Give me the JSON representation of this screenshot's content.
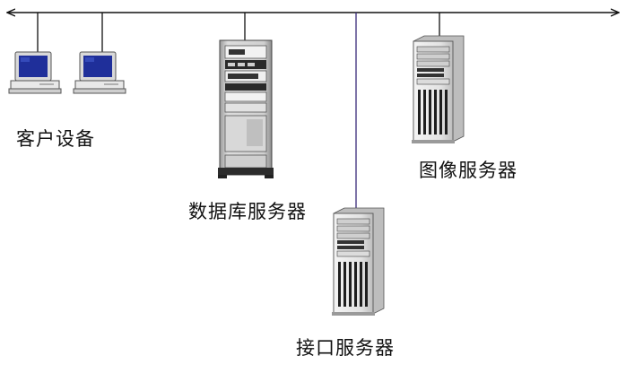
{
  "labels": {
    "client": "客户设备",
    "database": "数据库服务器",
    "image": "图像服务器",
    "interface": "接口服务器"
  },
  "colors": {
    "bus": "#111111",
    "interface_link": "#3a2b7a",
    "screen": "#1f2f9a",
    "casing": "#e6e6e6",
    "casing_shadow": "#a8a8a8",
    "dark": "#222222"
  },
  "icons": {
    "client_1": "desktop-computer-icon",
    "client_2": "desktop-computer-icon",
    "database": "server-rack-icon",
    "image": "tower-server-icon",
    "interface": "tower-server-icon"
  }
}
